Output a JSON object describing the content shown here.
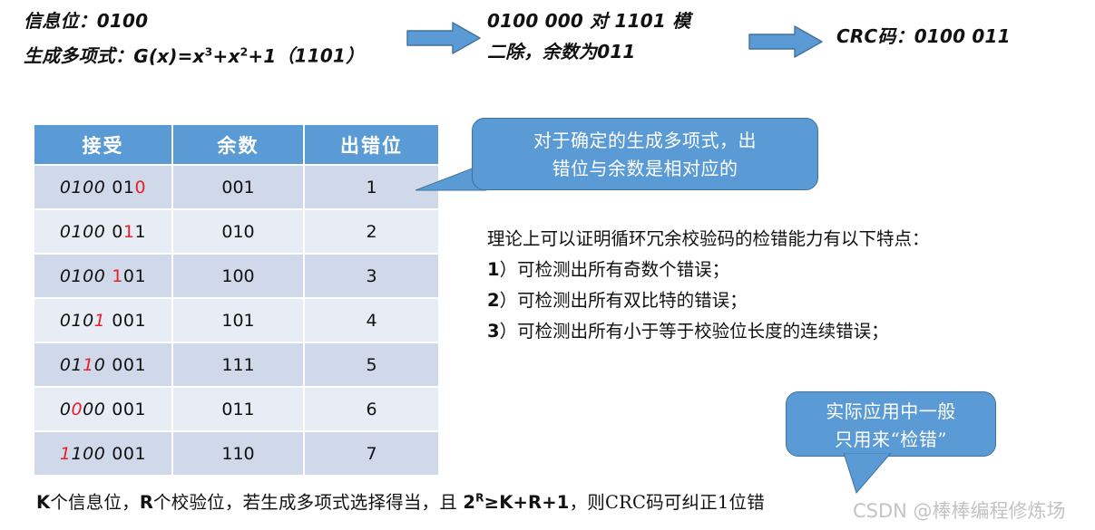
{
  "flow": {
    "step1_line1": "信息位：0100",
    "step1_line2_label": "生成多项式：",
    "step1_line2_formula_lead": "G(x)=x",
    "step1_line2_exp1": "3",
    "step1_line2_mid": "+x",
    "step1_line2_exp2": "2",
    "step1_line2_tail": "+1",
    "step1_line2_paren": "（1101）",
    "step2_line1": "0100 000 对 1101 模",
    "step2_line2": "二除，余数为011",
    "step3": "CRC码：0100 011",
    "arrow1_name": "right-block-arrow",
    "arrow2_name": "right-block-arrow"
  },
  "table": {
    "headers": [
      "接受",
      "余数",
      "出错位"
    ],
    "rows": [
      {
        "prefix": "0100",
        "suffix_pre": "01",
        "suffix_red": "0",
        "suffix_post": "",
        "prefix_red_index": -1,
        "remainder": "001",
        "errbit": "1"
      },
      {
        "prefix": "0100",
        "suffix_pre": "0",
        "suffix_red": "1",
        "suffix_post": "1",
        "prefix_red_index": -1,
        "remainder": "010",
        "errbit": "2"
      },
      {
        "prefix": "0100",
        "suffix_pre": "",
        "suffix_red": "1",
        "suffix_post": "01",
        "prefix_red_index": -1,
        "remainder": "100",
        "errbit": "3"
      },
      {
        "prefix": "0101",
        "suffix_pre": "001",
        "suffix_red": "",
        "suffix_post": "",
        "prefix_red_index": 3,
        "remainder": "101",
        "errbit": "4"
      },
      {
        "prefix": "0110",
        "suffix_pre": "001",
        "suffix_red": "",
        "suffix_post": "",
        "prefix_red_index": 2,
        "remainder": "111",
        "errbit": "5"
      },
      {
        "prefix": "0000",
        "suffix_pre": "001",
        "suffix_red": "",
        "suffix_post": "",
        "prefix_red_index": 1,
        "remainder": "011",
        "errbit": "6"
      },
      {
        "prefix": "1100",
        "suffix_pre": "001",
        "suffix_red": "",
        "suffix_post": "",
        "prefix_red_index": 0,
        "remainder": "110",
        "errbit": "7"
      }
    ]
  },
  "callouts": {
    "first_line1": "对于确定的生成多项式，出",
    "first_line2": "错位与余数是相对应的",
    "second_line1": "实际应用中一般",
    "second_line2": "只用来“检错”"
  },
  "paragraph": {
    "intro": "理论上可以证明循环冗余校验码的检错能力有以下特点：",
    "item1_num": "1",
    "item1_text": "）可检测出所有奇数个错误；",
    "item2_num": "2",
    "item2_text": "）可检测出所有双比特的错误；",
    "item3_num": "3",
    "item3_text": "）可检测出所有小于等于校验位长度的连续错误；"
  },
  "bottom": {
    "part1_k": "K",
    "part1": "个信息位，",
    "part2_r": "R",
    "part2": "个校验位，若生成多项式选择得当，且 ",
    "pow_base": "2",
    "pow_exp": "R",
    "ineq": "≥K+R+1",
    "part3": "，则CRC码可纠正1位错"
  },
  "watermark": {
    "text": "CSDN @棒棒编程修炼场"
  },
  "colors": {
    "accent_blue": "#5B9BD5",
    "accent_blue_dark": "#41719C",
    "row_odd": "#CFD9EA",
    "row_even": "#E7ECF5",
    "red": "#E8202A",
    "text": "#111111"
  }
}
